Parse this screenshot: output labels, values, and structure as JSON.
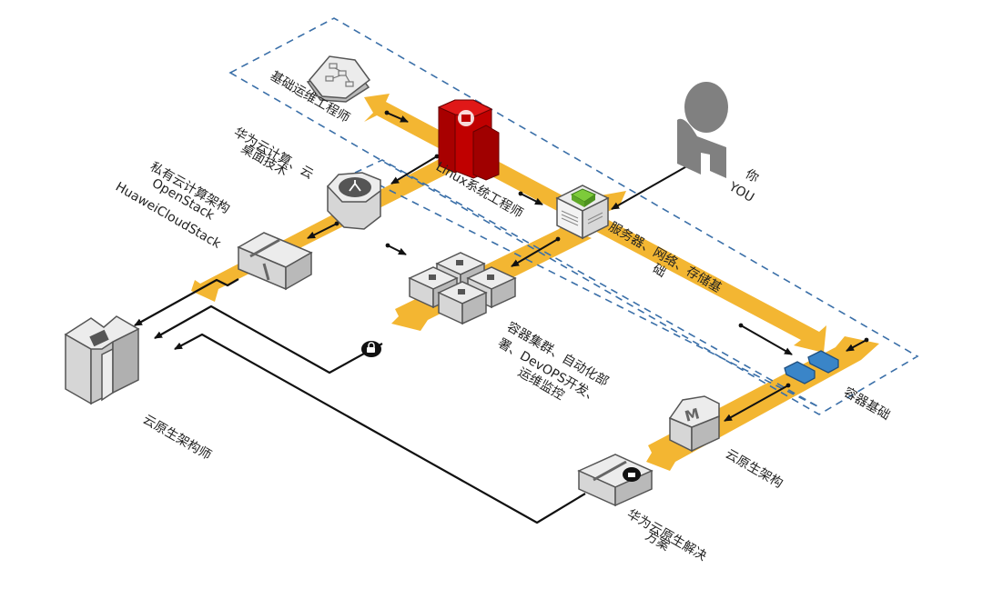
{
  "diagram": {
    "type": "isometric-career-path",
    "colors": {
      "band": "#f3b632",
      "dashed_box": "#3a6fa8",
      "linux_node": "#c00000",
      "container_chip": "#3a85c8",
      "server_top": "#7dcb3a",
      "person": "#808080",
      "connector": "#111111"
    },
    "nodes": {
      "ops_engineer": {
        "label": "基础运维工程师",
        "icon": "flowchart-keycap-icon"
      },
      "linux_engineer": {
        "label": "Linux系统工程师",
        "icon": "red-server-cluster-icon"
      },
      "huawei_desktop": {
        "label_line1": "华为云计算、云",
        "label_line2": "桌面技术",
        "icon": "octagon-hub-icon"
      },
      "private_cloud": {
        "label_line1": "私有云计算架构",
        "label_line2": "OpenStack",
        "label_line3": "HuaweiCloudStack",
        "icon": "split-box-icon"
      },
      "server_infra": {
        "label_line1": "服务器、网络、存储基",
        "label_line2": "础",
        "icon": "server-box-icon"
      },
      "you": {
        "label_line1": "你",
        "label_line2": "YOU",
        "icon": "person-icon"
      },
      "container_cluster": {
        "label_line1": "容器集群、自动化部",
        "label_line2": "署、DevOPS开发、",
        "label_line3": "运维监控",
        "icon": "cube-cluster-icon"
      },
      "container_basics": {
        "label": "容器基础",
        "icon": "container-chips-icon"
      },
      "cloud_native_arch": {
        "label": "云原生架构",
        "icon": "m-hexagon-icon"
      },
      "cloud_native_architect": {
        "label": "云原生架构师",
        "icon": "open-box-icon"
      },
      "huawei_cloud_native": {
        "label_line1": "华为云原生解决",
        "label_line2": "方案",
        "icon": "lock-box-icon"
      }
    }
  }
}
